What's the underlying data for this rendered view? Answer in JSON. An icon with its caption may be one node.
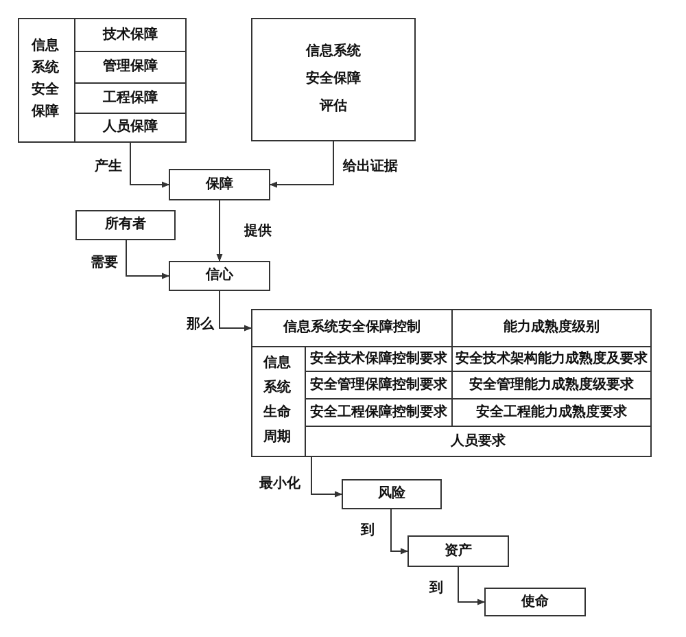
{
  "diagram": {
    "nodes": [
      {
        "text": [
          "信息系统安全保障"
        ]
      },
      {
        "text": [
          "技术保障"
        ],
        "in": 0
      },
      {
        "text": [
          "管理保障"
        ],
        "in": 0
      },
      {
        "text": [
          "工程保障"
        ],
        "in": 0
      },
      {
        "text": [
          "人员保障"
        ],
        "in": 0
      },
      {
        "text": [
          "信息系统安全保障评估"
        ]
      },
      {
        "text": [
          "保障"
        ]
      },
      {
        "text": [
          "所有者"
        ]
      },
      {
        "text": [
          "信心"
        ]
      },
      {
        "text": [
          "信息系统生命周期"
        ]
      },
      {
        "text": [
          "信息系统安全保障控制"
        ],
        "in": 9
      },
      {
        "text": [
          "能力成熟度级别"
        ],
        "in": 9
      },
      {
        "text": [
          "安全技术保障控制要求"
        ],
        "in": 9
      },
      {
        "text": [
          "安全技术架构能力成熟度及要求"
        ],
        "in": 9
      },
      {
        "text": [
          "安全管理保障控制要求"
        ],
        "in": 9
      },
      {
        "text": [
          "安全管理能力成熟度级要求"
        ],
        "in": 9
      },
      {
        "text": [
          "安全工程保障控制要求"
        ],
        "in": 9
      },
      {
        "text": [
          "安全工程能力成熟度要求"
        ],
        "in": 9
      },
      {
        "text": [
          "人员要求"
        ],
        "in": 9
      },
      {
        "text": [
          "风险"
        ]
      },
      {
        "text": [
          "资产"
        ]
      },
      {
        "text": [
          "使命"
        ]
      }
    ],
    "edges": [
      {
        "from": 0,
        "to": 6,
        "arrow": "to",
        "label": "产生"
      },
      {
        "from": 5,
        "to": 6,
        "arrow": "to",
        "label": "给出证据"
      },
      {
        "from": 6,
        "to": 8,
        "arrow": "to",
        "label": "提供"
      },
      {
        "from": 7,
        "to": 8,
        "arrow": "to",
        "label": "需要"
      },
      {
        "from": 8,
        "to": 9,
        "arrow": "to",
        "label": "那么"
      },
      {
        "from": 9,
        "to": 19,
        "arrow": "to",
        "label": "最小化"
      },
      {
        "from": 19,
        "to": 20,
        "arrow": "to",
        "label": "到"
      },
      {
        "from": 20,
        "to": 21,
        "arrow": "to",
        "label": "到"
      }
    ]
  }
}
